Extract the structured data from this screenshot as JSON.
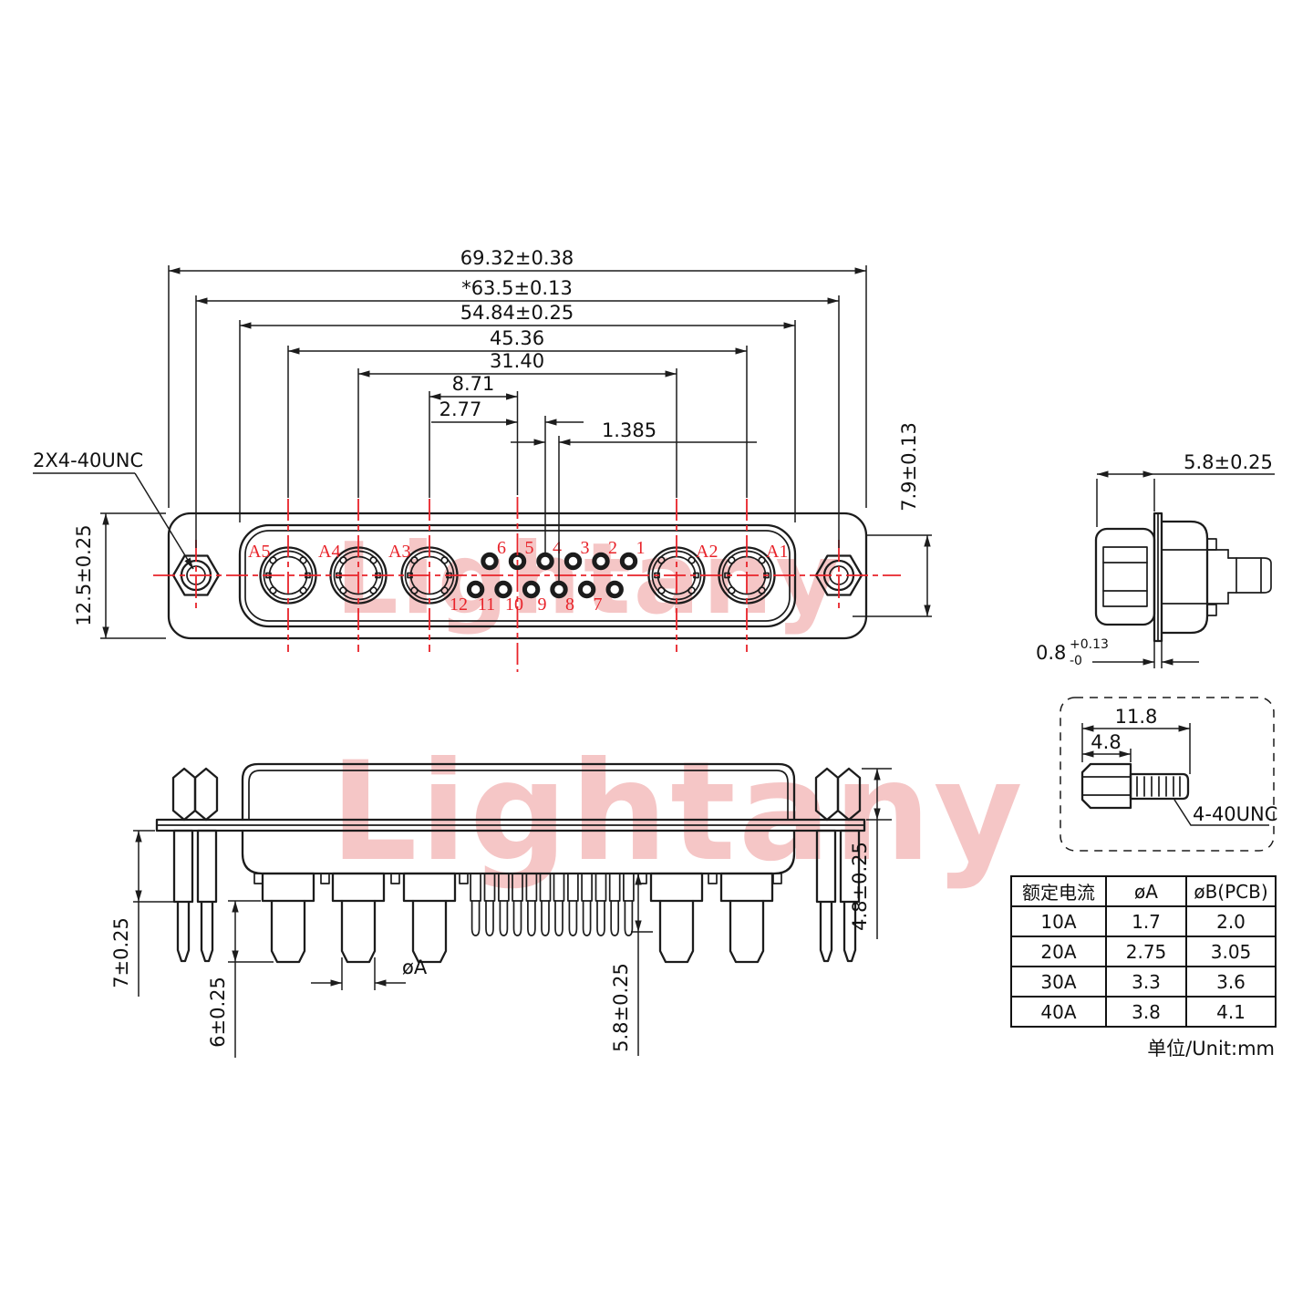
{
  "watermark": {
    "text": "Lightany"
  },
  "front_view": {
    "thread_callout": "2X4-40UNC",
    "dim_overall_width": "69.32±0.38",
    "dim_mount_spacing": "*63.5±0.13",
    "dim_opening_width": "54.84±0.25",
    "dim_coax_span": "45.36",
    "dim_inner_coax_span": "31.40",
    "dim_coax_to_center": "8.71",
    "dim_pin_pitch": "2.77",
    "dim_row_offset": "1.385",
    "dim_height": "12.5±0.25",
    "dim_edge_height": "7.9±0.13",
    "coax_labels": [
      "A5",
      "A4",
      "A3",
      "A2",
      "A1"
    ],
    "pin_labels_top": [
      "6",
      "5",
      "4",
      "3",
      "2",
      "1"
    ],
    "pin_labels_bottom": [
      "12",
      "11",
      "10",
      "9",
      "8",
      "7"
    ]
  },
  "side_view": {
    "dim_front_depth": "5.8±0.25",
    "dim_flange_thickness": "0.8",
    "dim_flange_tol_plus": "+0.13",
    "dim_flange_tol_minus": "-0"
  },
  "screw_detail": {
    "dim_total_length": "11.8",
    "dim_head_length": "4.8",
    "thread_label": "4-40UNC"
  },
  "bottom_view": {
    "dim_screw_protrusion": "7±0.25",
    "dim_power_pin_length": "6±0.25",
    "dim_pin_diameter": "øA",
    "dim_signal_pin_length": "5.8±0.25",
    "dim_standoff_height": "4.8±0.25"
  },
  "table": {
    "headers": [
      "额定电流",
      "øA",
      "øB(PCB)"
    ],
    "rows": [
      [
        "10A",
        "1.7",
        "2.0"
      ],
      [
        "20A",
        "2.75",
        "3.05"
      ],
      [
        "30A",
        "3.3",
        "3.6"
      ],
      [
        "40A",
        "3.8",
        "4.1"
      ]
    ],
    "unit_note": "单位/Unit:mm"
  }
}
